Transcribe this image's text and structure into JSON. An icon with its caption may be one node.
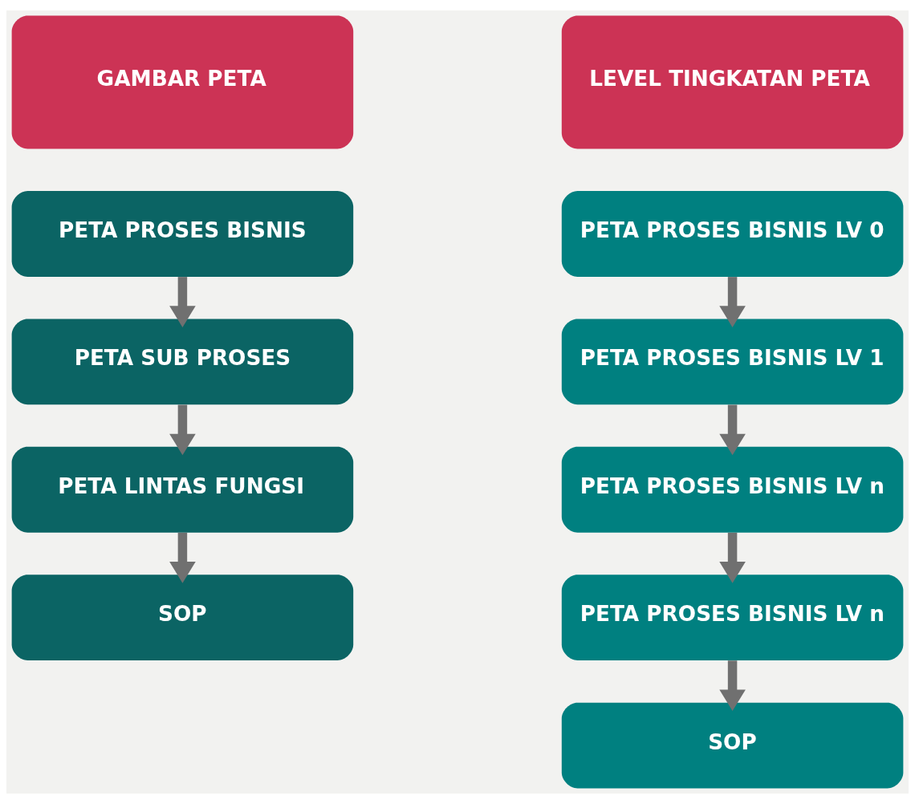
{
  "diagram": {
    "nodes": [
      {
        "text": [
          "GAMBAR PETA"
        ]
      },
      {
        "text": [
          "PETA PROSES BISNIS"
        ]
      },
      {
        "text": [
          "PETA SUB PROSES"
        ]
      },
      {
        "text": [
          "PETA LINTAS FUNGSI"
        ]
      },
      {
        "text": [
          "SOP"
        ]
      },
      {
        "text": [
          "LEVEL TINGKATAN PETA"
        ]
      },
      {
        "text": [
          "PETA PROSES BISNIS LV 0"
        ]
      },
      {
        "text": [
          "PETA PROSES BISNIS LV 1"
        ]
      },
      {
        "text": [
          "PETA PROSES BISNIS LV n"
        ]
      },
      {
        "text": [
          "PETA PROSES BISNIS LV n"
        ]
      },
      {
        "text": [
          "SOP"
        ]
      }
    ],
    "edges": [
      {
        "from": 1,
        "to": 2,
        "arrow": "to"
      },
      {
        "from": 2,
        "to": 3,
        "arrow": "to"
      },
      {
        "from": 3,
        "to": 4,
        "arrow": "to"
      },
      {
        "from": 6,
        "to": 7,
        "arrow": "to"
      },
      {
        "from": 7,
        "to": 8,
        "arrow": "to"
      },
      {
        "from": 8,
        "to": 9,
        "arrow": "to"
      },
      {
        "from": 9,
        "to": 10,
        "arrow": "to"
      }
    ]
  }
}
